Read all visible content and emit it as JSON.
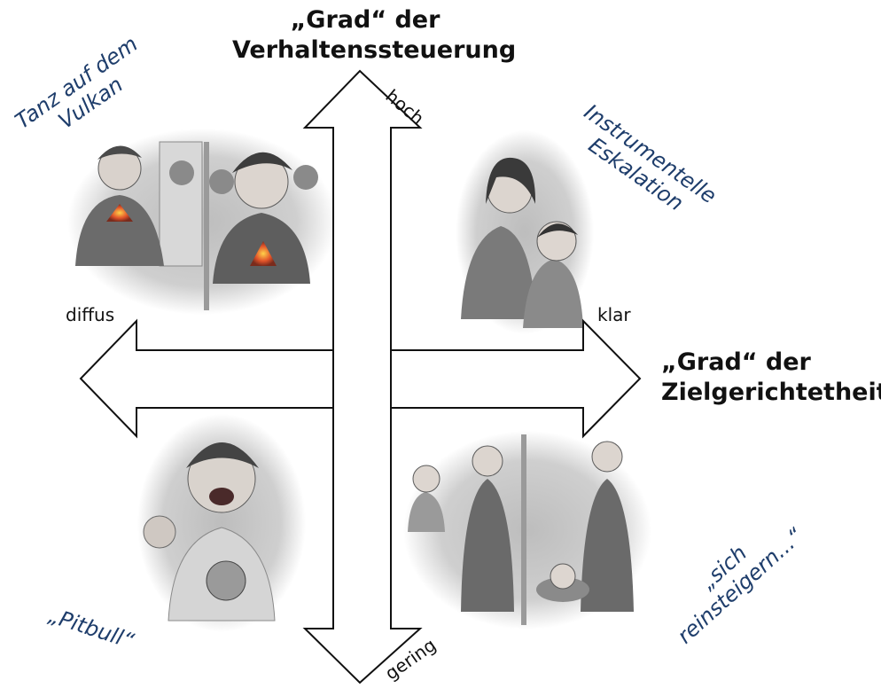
{
  "vertical_axis": {
    "title_line1": "„Grad“ der",
    "title_line2": "Verhaltenssteuerung",
    "top_label": "hoch",
    "bottom_label": "gering"
  },
  "horizontal_axis": {
    "title_line1": "„Grad“ der",
    "title_line2": "Zielgerichtetheit",
    "left_label": "diffus",
    "right_label": "klar"
  },
  "quadrants": {
    "top_left": {
      "line1": "Tanz auf dem",
      "line2": "Vulkan",
      "illustration": "two teenage boys with volcano shirts, one smoking, shrugging"
    },
    "top_right": {
      "line1": "Instrumentelle",
      "line2": "Eskalation",
      "illustration": "girl angrily grabbing a younger boy's shirt in a hallway"
    },
    "bottom_left": {
      "line1": "„Pitbull“",
      "illustration": "screaming boy with clenched fist wearing a pitbull shirt"
    },
    "bottom_right": {
      "line1": "„sich",
      "line2": "reinsteigern...“",
      "illustration": "mother pointing at crying girl on floor, girl sulking with crossed arms"
    }
  },
  "colors": {
    "arrow_stroke": "#111111",
    "quadrant_label": "#1e3d6b",
    "sketch": "#6d6d6d"
  }
}
